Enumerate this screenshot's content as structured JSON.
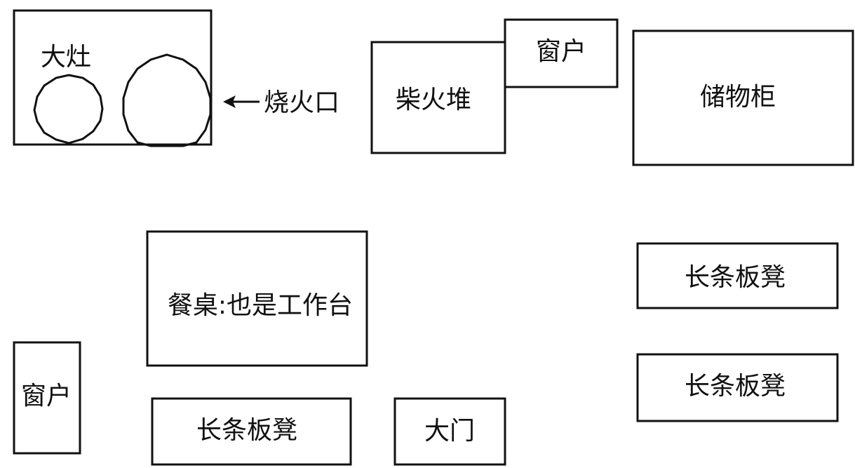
{
  "diagram": {
    "stove": {
      "label": "大灶"
    },
    "fire_opening": {
      "label": "烧火口"
    },
    "firewood_pile": {
      "label": "柴火堆"
    },
    "window_top": {
      "label": "窗户"
    },
    "storage_cabinet": {
      "label": "储物柜"
    },
    "dining_table": {
      "label": "餐桌:也是工作台"
    },
    "window_left": {
      "label": "窗户"
    },
    "bench_bottom": {
      "label": "长条板凳"
    },
    "main_door": {
      "label": "大门"
    },
    "bench_right_top": {
      "label": "长条板凳"
    },
    "bench_right_bottom": {
      "label": "长条板凳"
    },
    "colors": {
      "stroke": "#111111",
      "background": "#ffffff"
    }
  }
}
